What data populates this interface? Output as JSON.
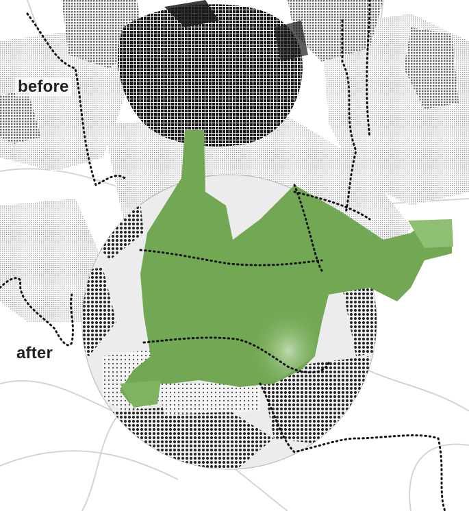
{
  "labels": {
    "before": "before",
    "after": "after"
  },
  "colors": {
    "background": "#ffffff",
    "dense_urban": "#1a1a1a",
    "medium_urban": "#555555",
    "light_urban": "#b5b5b5",
    "forest_green": "#72a853",
    "forest_highlight": "#9cc97f",
    "roads": "#c9c9c9",
    "boundary_dots": "#111111",
    "label_text": "#222222"
  },
  "icons": {
    "boundary": "dotted-line",
    "halftone": "dot-grid"
  }
}
